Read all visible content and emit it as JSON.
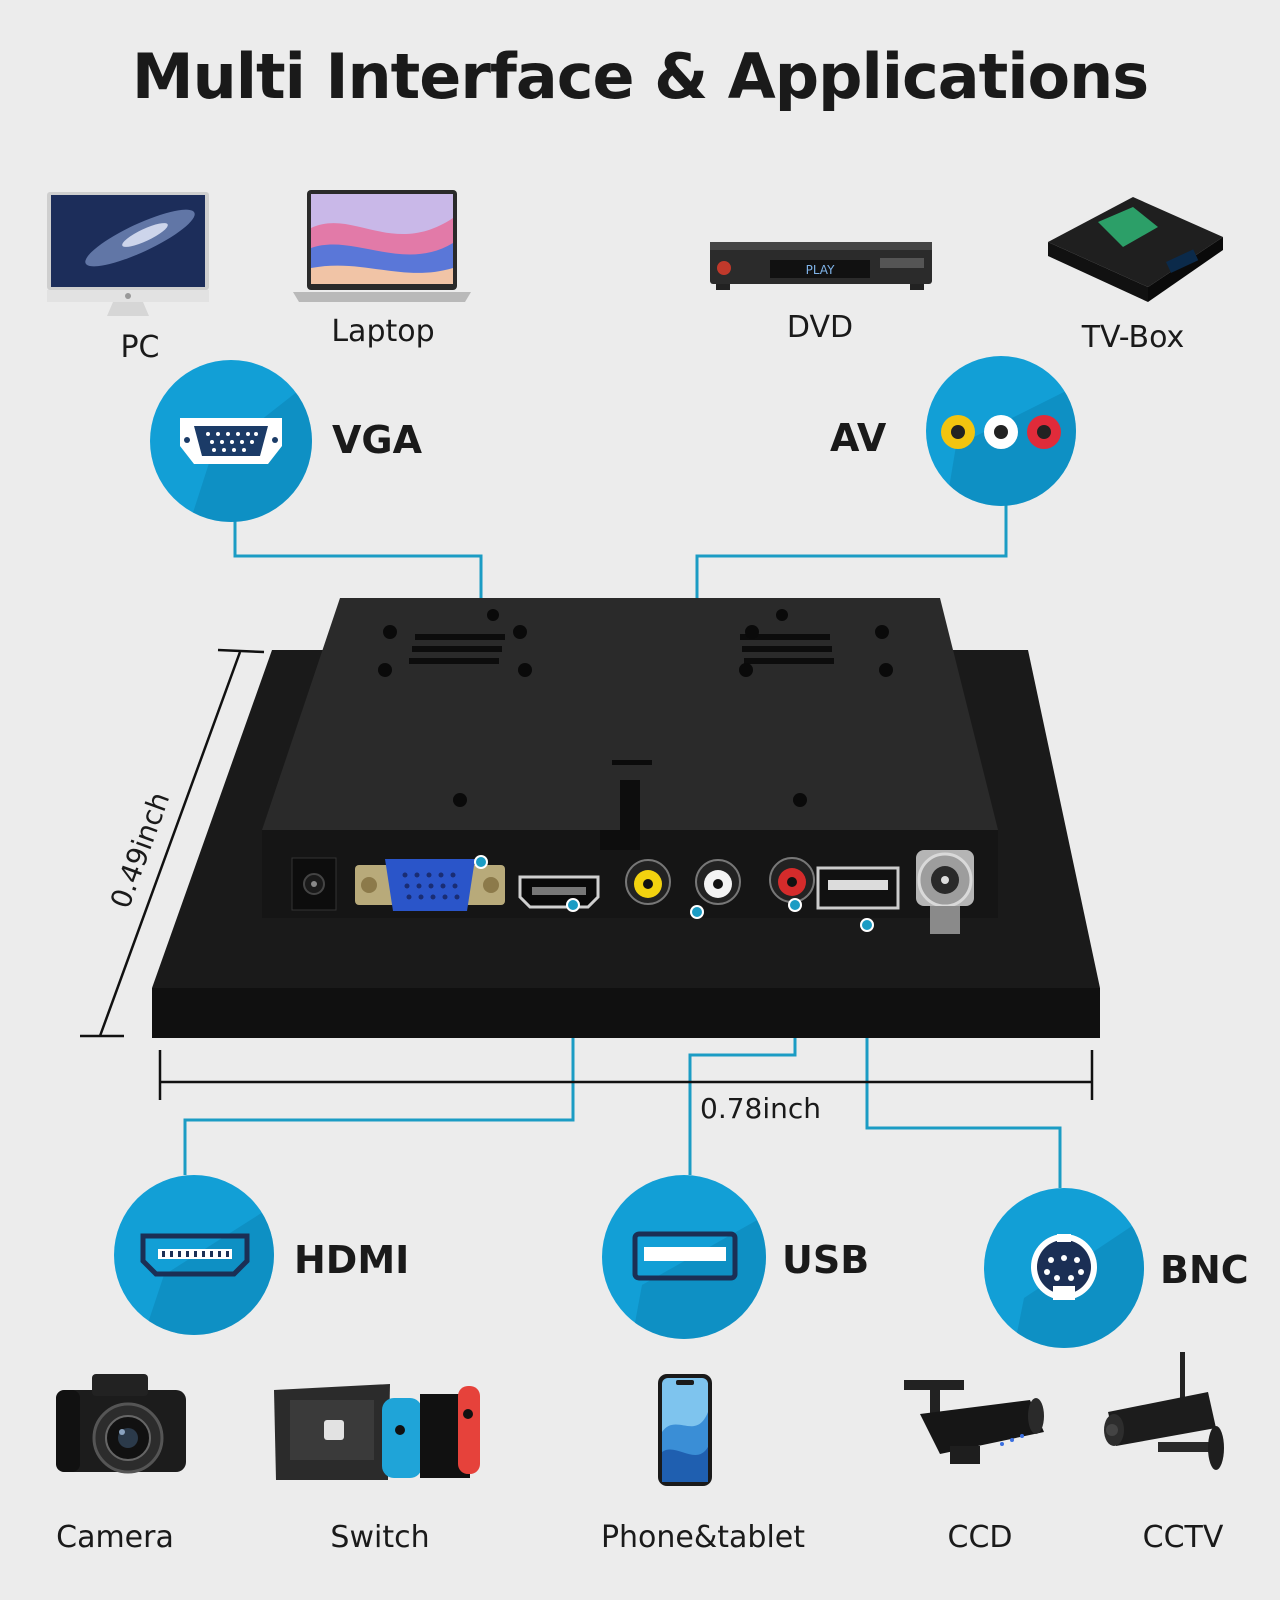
{
  "title": "Multi Interface & Applications",
  "devices_top": {
    "pc": "PC",
    "laptop": "Laptop",
    "dvd": "DVD",
    "tvbox": "TV-Box"
  },
  "ports": {
    "vga": "VGA",
    "av": "AV",
    "hdmi": "HDMI",
    "usb": "USB",
    "bnc": "BNC"
  },
  "dimensions": {
    "height": "0.49inch",
    "width": "0.78inch"
  },
  "devices_bottom": {
    "camera": "Camera",
    "switch": "Switch",
    "phone": "Phone&tablet",
    "ccd": "CCD",
    "cctv": "CCTV"
  },
  "device_screen": {
    "dvd_display": "PLAY"
  },
  "colors": {
    "accent": "#129fd6",
    "line": "#1b9cc4",
    "background": "#ececec",
    "panel": "#1e1e1e"
  }
}
